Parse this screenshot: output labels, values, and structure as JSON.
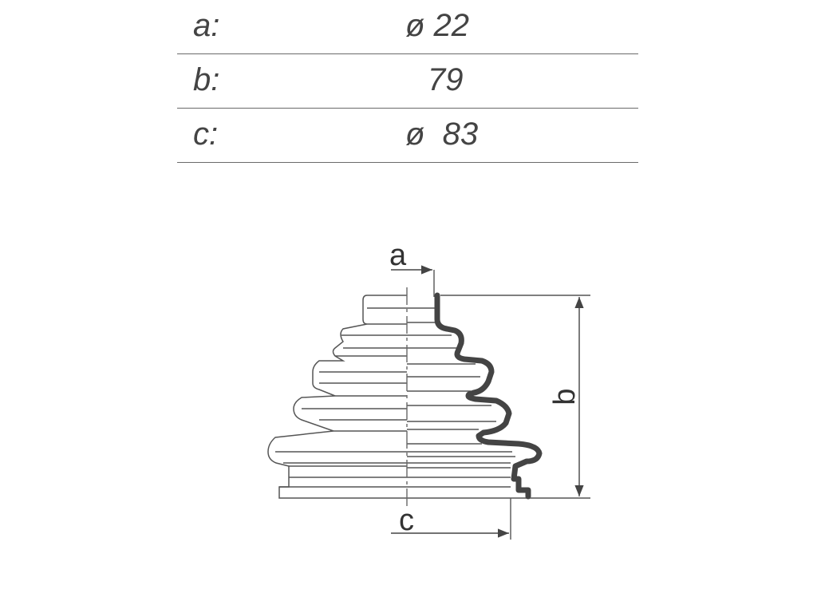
{
  "dimensions": [
    {
      "label": "a:",
      "value": "ø 22"
    },
    {
      "label": "b:",
      "value": "79"
    },
    {
      "label": "c:",
      "value": "ø  83"
    }
  ],
  "diagram_labels": {
    "a": "a",
    "b": "b",
    "c": "c"
  },
  "colors": {
    "line": "#555555",
    "profile": "#444444",
    "text": "#444444"
  }
}
